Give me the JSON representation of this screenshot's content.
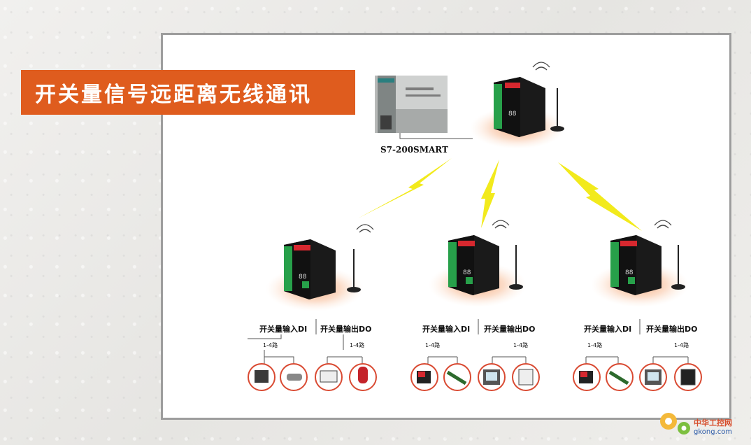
{
  "title": "开关量信号远距离无线通讯",
  "plc_label": "S7-200SMART",
  "stations": [
    {
      "di_label": "开关量输入DI",
      "do_label": "开关量输出DO",
      "di_roads": "1-4路",
      "do_roads": "1-4路"
    },
    {
      "di_label": "开关量输入DI",
      "do_label": "开关量输出DO",
      "di_roads": "1-4路",
      "do_roads": "1-4路"
    },
    {
      "di_label": "开关量输入DI",
      "do_label": "开关量输出DO",
      "di_roads": "1-4路",
      "do_roads": "1-4路"
    }
  ],
  "watermark": {
    "brand": "中华工控网",
    "url": "gkong.com"
  },
  "colors": {
    "banner": "#df5c1e",
    "device_body": "#1a1a1a",
    "terminal_green": "#27a04a",
    "lightning": "#f2ea1c",
    "glow": "#f7b489",
    "accent_red": "#d7282f"
  },
  "icons": [
    "relay-icon",
    "sensor-icon",
    "meter-icon",
    "alarm-light-icon",
    "switch-icon",
    "cable-icon",
    "panel-display-icon",
    "module-icon"
  ]
}
